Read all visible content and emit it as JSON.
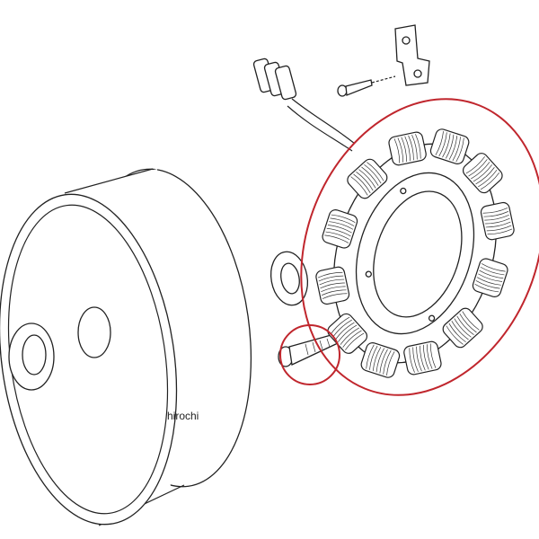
{
  "watermark": "hirochi",
  "colors": {
    "highlight": "#c0262d",
    "line": "#222222"
  },
  "parts": [
    "flywheel",
    "stator",
    "washer",
    "bolt",
    "connector",
    "screw",
    "bracket"
  ]
}
